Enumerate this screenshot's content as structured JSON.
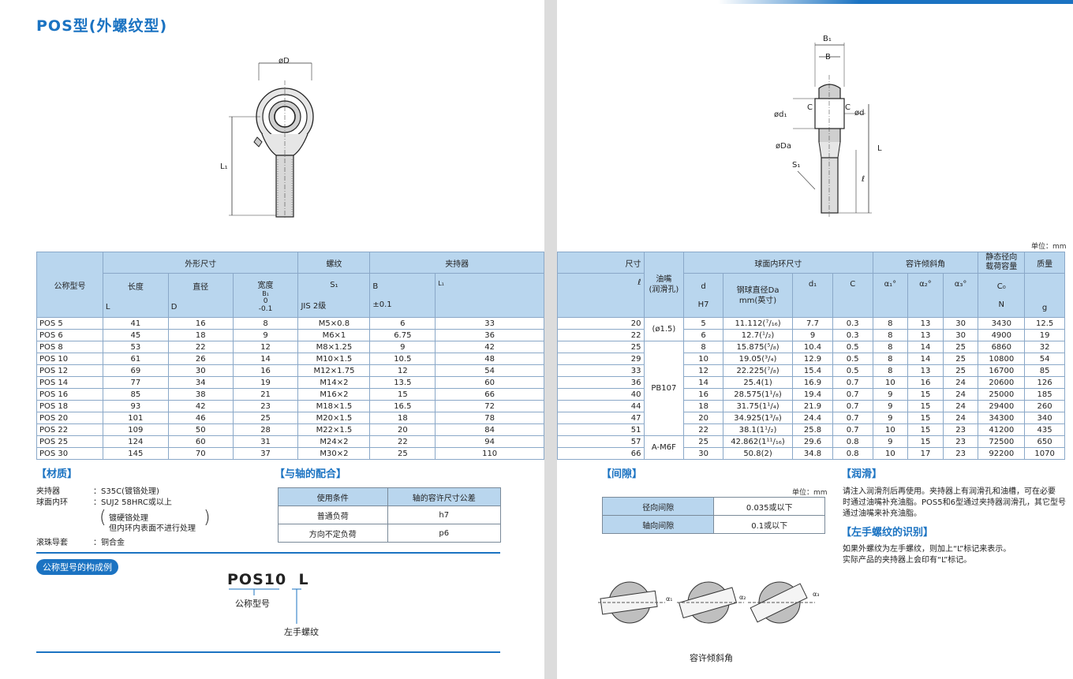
{
  "title": "POS型(外螺纹型)",
  "unit_label": "单位：mm",
  "unit_label2": "单位：mm",
  "drawing_left": {
    "dia_d": "øD",
    "l1": "L₁"
  },
  "drawing_right": {
    "b1": "B₁",
    "b": "B",
    "c1": "C",
    "c2": "C",
    "dd": "ød",
    "dd1": "ød₁",
    "dda": "øDa",
    "s1": "S₁",
    "l": "L",
    "ell": "ℓ"
  },
  "spec_table": {
    "left_headers": {
      "model": "公称型号",
      "outer": "外形尺寸",
      "thread": "螺纹",
      "holder": "夹持器",
      "length": "长度",
      "diameter": "直径",
      "width": "宽度",
      "width_sym": "B₁",
      "s1": "S₁",
      "b": "B",
      "l1": "L₁",
      "L": "L",
      "D": "D",
      "width_tol": "0\n-0.1",
      "jis": "JIS 2级",
      "b_tol": "±0.1"
    },
    "right_headers": {
      "size": "尺寸",
      "ell": "ℓ",
      "oil": "油嘴\n(润滑孔)",
      "inner_ring": "球面内环尺寸",
      "d": "d",
      "h7": "H7",
      "ball": "钢球直径Da\nmm(英寸)",
      "d1": "d₁",
      "c": "C",
      "tilt": "容许倾斜角",
      "a1": "α₁°",
      "a2": "α₂°",
      "a3": "α₃°",
      "load": "静态径向\n载荷容量",
      "c0": "C₀",
      "n": "N",
      "mass": "质量",
      "g": "g"
    },
    "rows": [
      {
        "model": "POS 5",
        "L": "41",
        "D": "16",
        "B1": "8",
        "S1": "M5×0.8",
        "B": "6",
        "L1": "33",
        "ell": "20",
        "d": "5",
        "Da": "11.112(⁷/₁₆)",
        "d1": "7.7",
        "C": "0.3",
        "a1": "8",
        "a2": "13",
        "a3": "30",
        "C0": "3430",
        "g": "12.5"
      },
      {
        "model": "POS 6",
        "L": "45",
        "D": "18",
        "B1": "9",
        "S1": "M6×1",
        "B": "6.75",
        "L1": "36",
        "ell": "22",
        "d": "6",
        "Da": "12.7(¹/₂)",
        "d1": "9",
        "C": "0.3",
        "a1": "8",
        "a2": "13",
        "a3": "30",
        "C0": "4900",
        "g": "19"
      },
      {
        "model": "POS 8",
        "L": "53",
        "D": "22",
        "B1": "12",
        "S1": "M8×1.25",
        "B": "9",
        "L1": "42",
        "ell": "25",
        "d": "8",
        "Da": "15.875(⁵/₈)",
        "d1": "10.4",
        "C": "0.5",
        "a1": "8",
        "a2": "14",
        "a3": "25",
        "C0": "6860",
        "g": "32"
      },
      {
        "model": "POS 10",
        "L": "61",
        "D": "26",
        "B1": "14",
        "S1": "M10×1.5",
        "B": "10.5",
        "L1": "48",
        "ell": "29",
        "d": "10",
        "Da": "19.05(³/₄)",
        "d1": "12.9",
        "C": "0.5",
        "a1": "8",
        "a2": "14",
        "a3": "25",
        "C0": "10800",
        "g": "54"
      },
      {
        "model": "POS 12",
        "L": "69",
        "D": "30",
        "B1": "16",
        "S1": "M12×1.75",
        "B": "12",
        "L1": "54",
        "ell": "33",
        "d": "12",
        "Da": "22.225(⁷/₈)",
        "d1": "15.4",
        "C": "0.5",
        "a1": "8",
        "a2": "13",
        "a3": "25",
        "C0": "16700",
        "g": "85"
      },
      {
        "model": "POS 14",
        "L": "77",
        "D": "34",
        "B1": "19",
        "S1": "M14×2",
        "B": "13.5",
        "L1": "60",
        "ell": "36",
        "d": "14",
        "Da": "25.4(1)",
        "d1": "16.9",
        "C": "0.7",
        "a1": "10",
        "a2": "16",
        "a3": "24",
        "C0": "20600",
        "g": "126"
      },
      {
        "model": "POS 16",
        "L": "85",
        "D": "38",
        "B1": "21",
        "S1": "M16×2",
        "B": "15",
        "L1": "66",
        "ell": "40",
        "d": "16",
        "Da": "28.575(1¹/₈)",
        "d1": "19.4",
        "C": "0.7",
        "a1": "9",
        "a2": "15",
        "a3": "24",
        "C0": "25000",
        "g": "185"
      },
      {
        "model": "POS 18",
        "L": "93",
        "D": "42",
        "B1": "23",
        "S1": "M18×1.5",
        "B": "16.5",
        "L1": "72",
        "ell": "44",
        "d": "18",
        "Da": "31.75(1¹/₄)",
        "d1": "21.9",
        "C": "0.7",
        "a1": "9",
        "a2": "15",
        "a3": "24",
        "C0": "29400",
        "g": "260"
      },
      {
        "model": "POS 20",
        "L": "101",
        "D": "46",
        "B1": "25",
        "S1": "M20×1.5",
        "B": "18",
        "L1": "78",
        "ell": "47",
        "d": "20",
        "Da": "34.925(1³/₈)",
        "d1": "24.4",
        "C": "0.7",
        "a1": "9",
        "a2": "15",
        "a3": "24",
        "C0": "34300",
        "g": "340"
      },
      {
        "model": "POS 22",
        "L": "109",
        "D": "50",
        "B1": "28",
        "S1": "M22×1.5",
        "B": "20",
        "L1": "84",
        "ell": "51",
        "d": "22",
        "Da": "38.1(1¹/₂)",
        "d1": "25.8",
        "C": "0.7",
        "a1": "10",
        "a2": "15",
        "a3": "23",
        "C0": "41200",
        "g": "435"
      },
      {
        "model": "POS 25",
        "L": "124",
        "D": "60",
        "B1": "31",
        "S1": "M24×2",
        "B": "22",
        "L1": "94",
        "ell": "57",
        "d": "25",
        "Da": "42.862(1¹¹/₁₆)",
        "d1": "29.6",
        "C": "0.8",
        "a1": "9",
        "a2": "15",
        "a3": "23",
        "C0": "72500",
        "g": "650"
      },
      {
        "model": "POS 30",
        "L": "145",
        "D": "70",
        "B1": "37",
        "S1": "M30×2",
        "B": "25",
        "L1": "110",
        "ell": "66",
        "d": "30",
        "Da": "50.8(2)",
        "d1": "34.8",
        "C": "0.8",
        "a1": "10",
        "a2": "17",
        "a3": "23",
        "C0": "92200",
        "g": "1070"
      }
    ],
    "oil_groups": [
      "(ø1.5)",
      "PB107",
      "A-M6F"
    ]
  },
  "material": {
    "heading": "【材质】",
    "holder_label": "夹持器",
    "holder_value": "：S35C(镀铬处理)",
    "ring_label": "球面内环",
    "ring_value": "：SUJ2 58HRC或以上",
    "note1": "镀硬铬处理",
    "note2": "但内环内表面不进行处理",
    "race_label": "滚珠导套",
    "race_value": "：铜合金"
  },
  "fit": {
    "heading": "【与轴的配合】",
    "h1": "使用条件",
    "h2": "轴的容许尺寸公差",
    "rows": [
      [
        "普通负荷",
        "h7"
      ],
      [
        "方向不定负荷",
        "p6"
      ]
    ]
  },
  "code_example": {
    "pill": "公称型号的构成例",
    "code": "POS10",
    "suffix": "L",
    "label1": "公称型号",
    "label2": "左手螺纹"
  },
  "clearance": {
    "heading": "【间隙】",
    "rows": [
      [
        "径向间隙",
        "0.035或以下"
      ],
      [
        "轴向间隙",
        "0.1或以下"
      ]
    ]
  },
  "lubrication": {
    "heading": "【润滑】",
    "line1": "请注入润滑剂后再使用。夹持器上有润滑孔和油槽，可在必要",
    "line2": "时通过油嘴补充油脂。POS5和6型通过夹持器润滑孔，其它型号",
    "line3": "通过油嘴来补充油脂。"
  },
  "left_thread": {
    "heading": "【左手螺纹的识别】",
    "line1": "如果外螺纹为左手螺纹，则加上“L”标记来表示。",
    "line2": "实际产品的夹持器上会印有“L”标记。"
  },
  "tilt_figure": {
    "a1": "α₁",
    "a2": "α₂",
    "a3": "α₃",
    "caption": "容许倾斜角"
  }
}
